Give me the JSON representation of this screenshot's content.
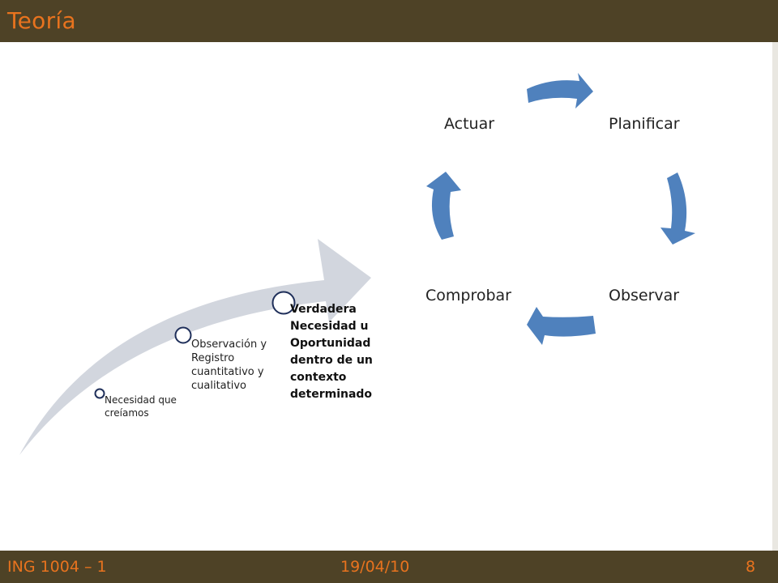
{
  "header": {
    "title": "Teoría"
  },
  "cycle": {
    "labels": {
      "actuar": "Actuar",
      "planificar": "Planificar",
      "observar": "Observar",
      "comprobar": "Comprobar"
    },
    "arrow_color": "#4f81bd"
  },
  "progression": {
    "arrow_color": "#d2d6de",
    "steps": [
      {
        "text": "Necesidad que creíamos"
      },
      {
        "text": "Observación y Registro cuantitativo y cualitativo"
      },
      {
        "text": "Verdadera Necesidad u Oportunidad dentro de un contexto determinado"
      }
    ]
  },
  "footer": {
    "left": "ING 1004 – 1",
    "center": "19/04/10",
    "right": "8"
  },
  "colors": {
    "bar": "#4e4226",
    "accent": "#e8731e",
    "circle_stroke": "#1f2f5a"
  }
}
